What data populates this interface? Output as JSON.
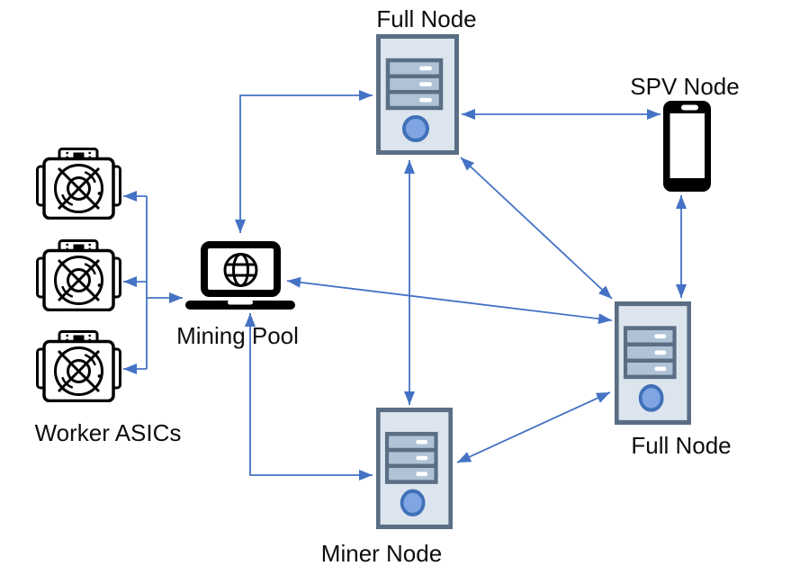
{
  "diagram": {
    "kind": "bitcoin-network-topology",
    "background": "#ffffff"
  },
  "nodes": {
    "full_node_top": {
      "label": "Full Node",
      "icon": "server-icon"
    },
    "spv_node": {
      "label": "SPV Node",
      "icon": "smartphone-icon"
    },
    "mining_pool": {
      "label": "Mining Pool",
      "icon": "laptop-globe-icon"
    },
    "worker_asics": {
      "label": "Worker ASICs",
      "icon": "asic-miner-icon",
      "count": 3
    },
    "miner_node": {
      "label": "Miner Node",
      "icon": "server-icon"
    },
    "full_node_right": {
      "label": "Full Node",
      "icon": "server-icon"
    }
  },
  "edges": [
    {
      "from": "mining_pool",
      "to": "full_node_top",
      "direction": "bidirectional",
      "shape": "elbow"
    },
    {
      "from": "mining_pool",
      "to": "worker_asics",
      "direction": "bidirectional",
      "shape": "branching-trunk"
    },
    {
      "from": "full_node_top",
      "to": "miner_node",
      "direction": "bidirectional",
      "shape": "straight"
    },
    {
      "from": "full_node_top",
      "to": "full_node_right",
      "direction": "bidirectional",
      "shape": "straight"
    },
    {
      "from": "full_node_top",
      "to": "spv_node",
      "direction": "bidirectional",
      "shape": "straight"
    },
    {
      "from": "spv_node",
      "to": "full_node_right",
      "direction": "bidirectional",
      "shape": "straight"
    },
    {
      "from": "mining_pool",
      "to": "full_node_right",
      "direction": "bidirectional",
      "shape": "straight"
    },
    {
      "from": "mining_pool",
      "to": "miner_node",
      "direction": "bidirectional",
      "shape": "elbow"
    },
    {
      "from": "miner_node",
      "to": "full_node_right",
      "direction": "bidirectional",
      "shape": "straight"
    }
  ],
  "colors": {
    "connector": "#4472C4",
    "server_body": "#dce4ee",
    "server_border": "#5a6e84",
    "server_bay": "#b0c2d6",
    "power_button_fill": "#7fa5e3",
    "power_button_ring": "#4070b8",
    "device_outline": "#000000",
    "label_text": "#0d0d0d"
  }
}
